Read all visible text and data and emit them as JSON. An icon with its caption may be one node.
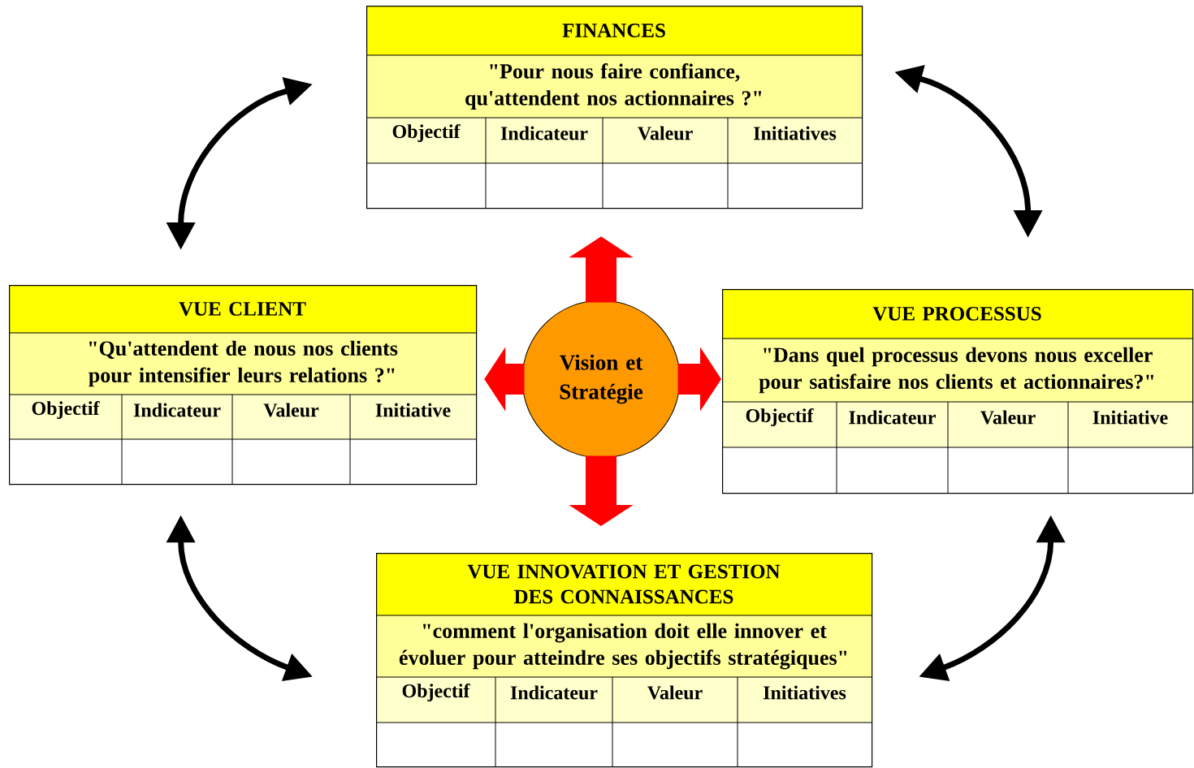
{
  "diagram": {
    "nodes": [
      {
        "text": [
          "FINANCES",
          "\"Pour nous faire confiance, qu'attendent nos actionnaires ?\""
        ]
      },
      {
        "text": [
          "VUE CLIENT",
          "\"Qu'attendent de nous nos clients pour intensifier leurs relations ?\""
        ]
      },
      {
        "text": [
          "Vision et Stratégie"
        ]
      },
      {
        "text": [
          "VUE PROCESSUS",
          "\"Dans quel processus devons nous exceller pour satisfaire nos clients et actionnaires?\""
        ]
      },
      {
        "text": [
          "VUE INNOVATION ET GESTION DES CONNAISSANCES",
          "\"comment l'organisation doit elle innover et évoluer pour atteindre ses objectifs stratégiques\""
        ]
      }
    ],
    "edges": [
      {
        "from": 2,
        "to": 0,
        "arrow": "to",
        "style": "thick",
        "color": "#ff0000"
      },
      {
        "from": 2,
        "to": 1,
        "arrow": "to",
        "style": "thick",
        "color": "#ff0000"
      },
      {
        "from": 2,
        "to": 3,
        "arrow": "to",
        "style": "thick",
        "color": "#ff0000"
      },
      {
        "from": 2,
        "to": 4,
        "arrow": "to",
        "style": "thick",
        "color": "#ff0000"
      },
      {
        "from": 0,
        "to": 1,
        "arrow": "both",
        "color": "#000000"
      },
      {
        "from": 0,
        "to": 3,
        "arrow": "both",
        "color": "#000000"
      },
      {
        "from": 1,
        "to": 4,
        "arrow": "both",
        "color": "#000000"
      },
      {
        "from": 3,
        "to": 4,
        "arrow": "both",
        "color": "#000000"
      }
    ],
    "labels": [
      "Objectif",
      "Indicateur",
      "Valeur",
      "Initiatives",
      "Objectif",
      "Indicateur",
      "Valeur",
      "Initiative",
      "Objectif",
      "Indicateur",
      "Valeur",
      "Initiative",
      "Objectif",
      "Indicateur",
      "Valeur",
      "Initiatives"
    ]
  }
}
